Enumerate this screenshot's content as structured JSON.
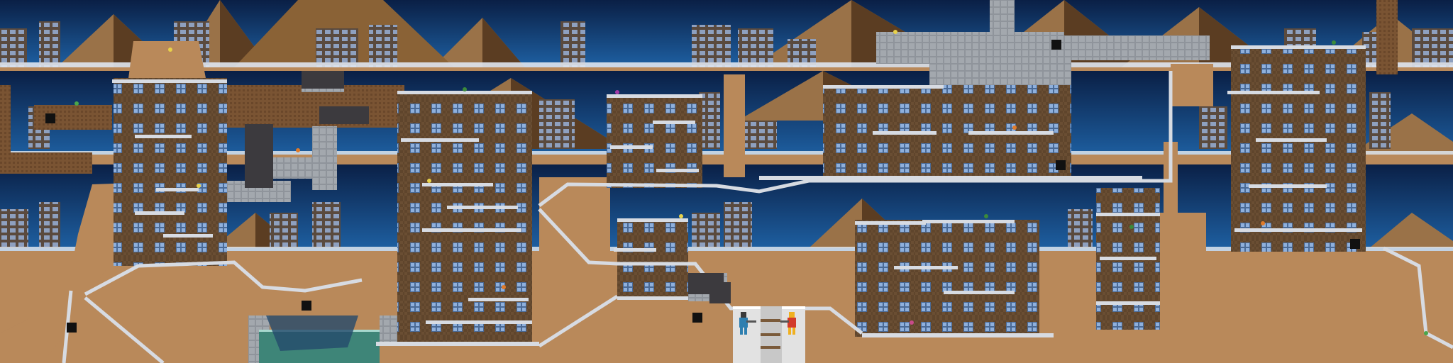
{
  "game": {
    "view": "level-overview",
    "theme": "desert-city-with-pyramids",
    "palette": {
      "sky_top": "#0a1f45",
      "sky_bottom": "#1d5c9c",
      "sand": "#b9895a",
      "sand_dark": "#8a6236",
      "pyramid_light": "#9a7248",
      "pyramid_dark": "#5b3d22",
      "building": "#6a4e33",
      "building_edge": "#4a3520",
      "window": "#7b8fb0",
      "window_lit": "#b7c8e6",
      "ledge": "#d7dbe2",
      "concrete": "#8f949b",
      "water": "#3e8578",
      "spawn_room": "#e2e2e2",
      "player_blue": "#2e7fb0",
      "player_red": "#d23a2a",
      "player_gold": "#f0b020"
    },
    "players": [
      {
        "team": "blue",
        "icon": "soldier-icon"
      },
      {
        "team": "red",
        "icon": "soldier-icon"
      }
    ],
    "spawn_markers": 7,
    "icons": [
      "pyramid-icon",
      "building-icon",
      "ledge-icon",
      "spawn-marker-icon",
      "soldier-icon",
      "weapon-pickup-icon"
    ]
  }
}
